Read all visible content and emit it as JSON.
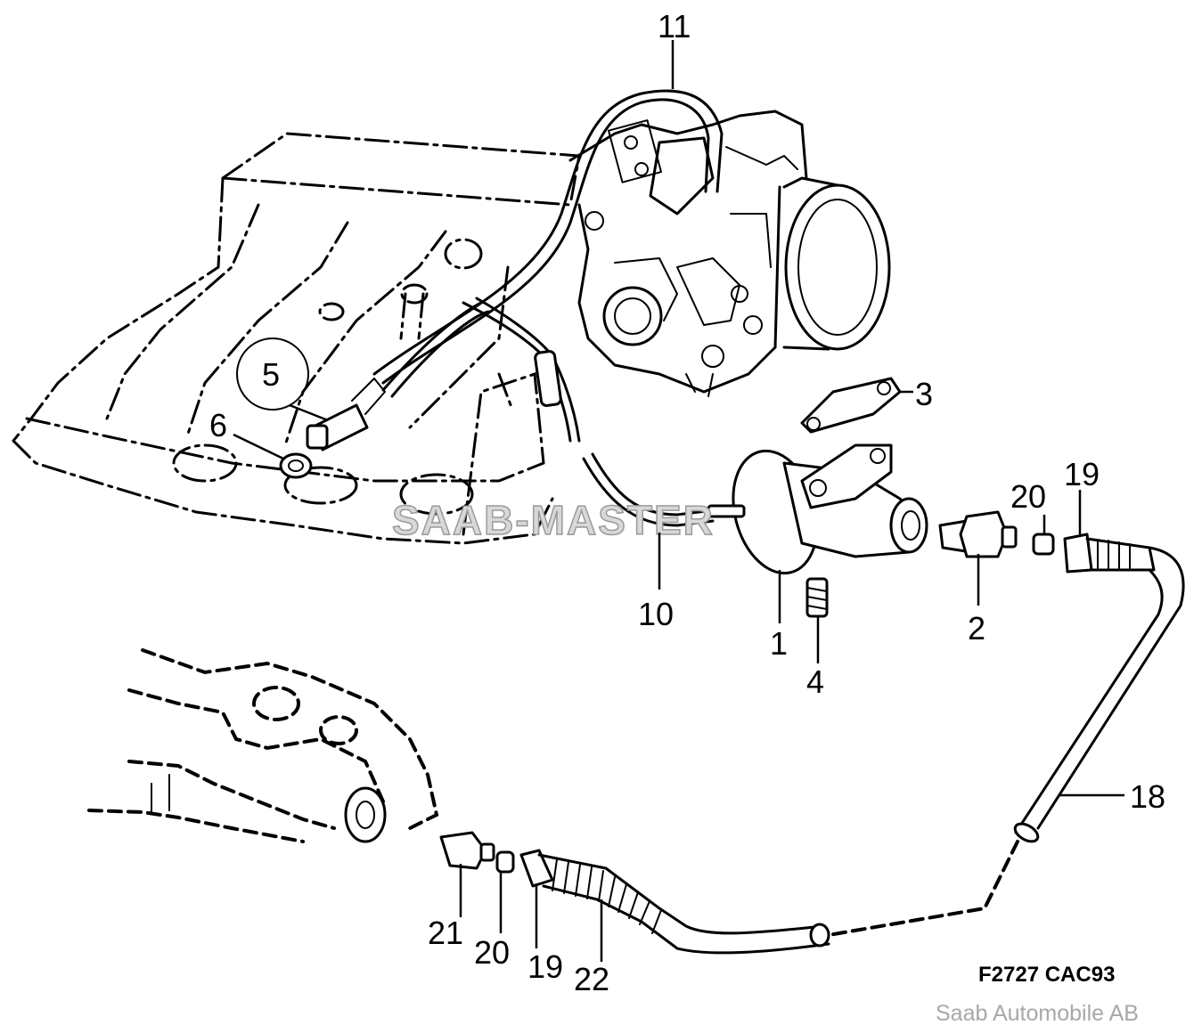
{
  "callouts": {
    "c1": "1",
    "c2": "2",
    "c3": "3",
    "c4": "4",
    "c5": "5",
    "c6": "6",
    "c10": "10",
    "c11": "11",
    "c18": "18",
    "c19a": "19",
    "c19b": "19",
    "c20a": "20",
    "c20b": "20",
    "c21": "21",
    "c22": "22"
  },
  "watermark": "SAAB-MASTER",
  "figure_code": "F2727 CAC93",
  "copyright": "Saab Automobile AB"
}
